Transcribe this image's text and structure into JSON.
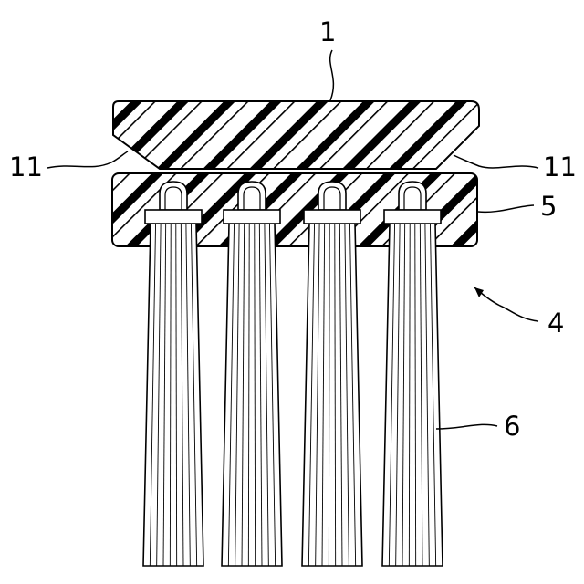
{
  "figure": {
    "labels": {
      "head": "1",
      "groove_left": "11",
      "groove_right": "11",
      "base": "5",
      "tuft_assembly": "4",
      "bristles": "6"
    },
    "tuft_count": 4,
    "colors": {
      "line": "#000000",
      "background": "#ffffff"
    }
  }
}
